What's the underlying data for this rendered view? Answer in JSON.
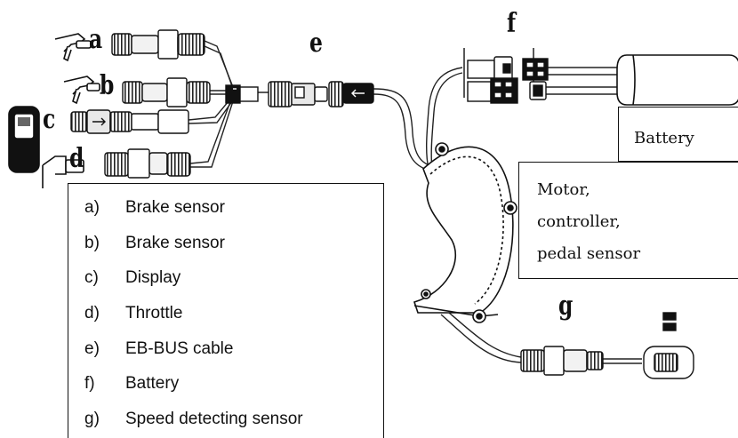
{
  "callouts": {
    "a": "a",
    "b": "b",
    "c": "c",
    "d": "d",
    "e": "e",
    "f": "f",
    "g": "g"
  },
  "legend": [
    {
      "key": "a)",
      "label": "Brake sensor"
    },
    {
      "key": "b)",
      "label": "Brake sensor"
    },
    {
      "key": "c)",
      "label": "Display"
    },
    {
      "key": "d)",
      "label": "Throttle"
    },
    {
      "key": "e)",
      "label": "EB-BUS cable"
    },
    {
      "key": "f)",
      "label": "Battery"
    },
    {
      "key": "g)",
      "label": "Speed detecting sensor"
    }
  ],
  "battery_box_label": "Battery",
  "motor_box_lines": [
    "Motor,",
    "controller,",
    "pedal sensor"
  ],
  "colors": {
    "line": "#111111",
    "fill_light": "#e8e8e8",
    "fill_mid": "#bdbdbd"
  }
}
